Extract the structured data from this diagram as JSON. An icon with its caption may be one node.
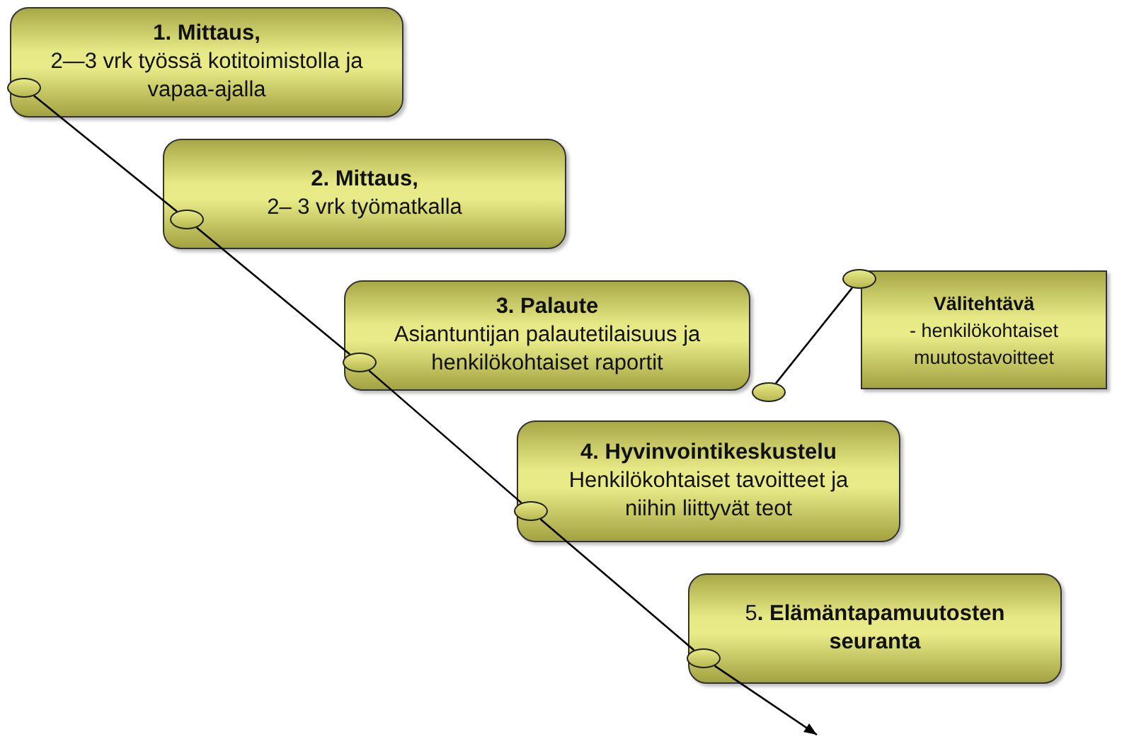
{
  "diagram": {
    "nodes": [
      {
        "text": [
          "1. Mittaus,",
          "2—3 vrk työssä kotitoimistolla ja vapaa-ajalla"
        ]
      },
      {
        "text": [
          "2. Mittaus,",
          "2– 3 vrk työmatkalla"
        ]
      },
      {
        "text": [
          "3. Palaute",
          "Asiantuntijan palautetilaisuus ja henkilökohtaiset raportit"
        ]
      },
      {
        "text": [
          "4. Hyvinvointikeskustelu",
          "Henkilökohtaiset tavoitteet ja niihin liittyvät teot"
        ]
      },
      {
        "text": [
          "5**. Elämäntapamuutosten seuranta**"
        ]
      },
      {
        "text": [
          "Välitehtävä",
          "- henkilökohtaiset muutostavoitteet"
        ]
      },
      {
        "text": [],
        "shape": "ellipse",
        "in": 0
      },
      {
        "text": [],
        "shape": "ellipse",
        "in": 1
      },
      {
        "text": [],
        "shape": "ellipse",
        "in": 2
      },
      {
        "text": [],
        "shape": "ellipse",
        "in": 3
      },
      {
        "text": [],
        "shape": "ellipse",
        "in": 4
      },
      {
        "text": [],
        "shape": "ellipse"
      },
      {
        "text": [],
        "shape": "ellipse"
      }
    ],
    "edges": [
      {
        "from": 6,
        "to": 7,
        "arrow": "none"
      },
      {
        "from": 7,
        "to": 8,
        "arrow": "none"
      },
      {
        "from": 8,
        "to": 9,
        "arrow": "none"
      },
      {
        "from": 9,
        "to": 10,
        "arrow": "none"
      },
      {
        "from": 10,
        "to": null,
        "arrow": "to"
      },
      {
        "from": 11,
        "to": 12,
        "arrow": "none"
      }
    ]
  }
}
